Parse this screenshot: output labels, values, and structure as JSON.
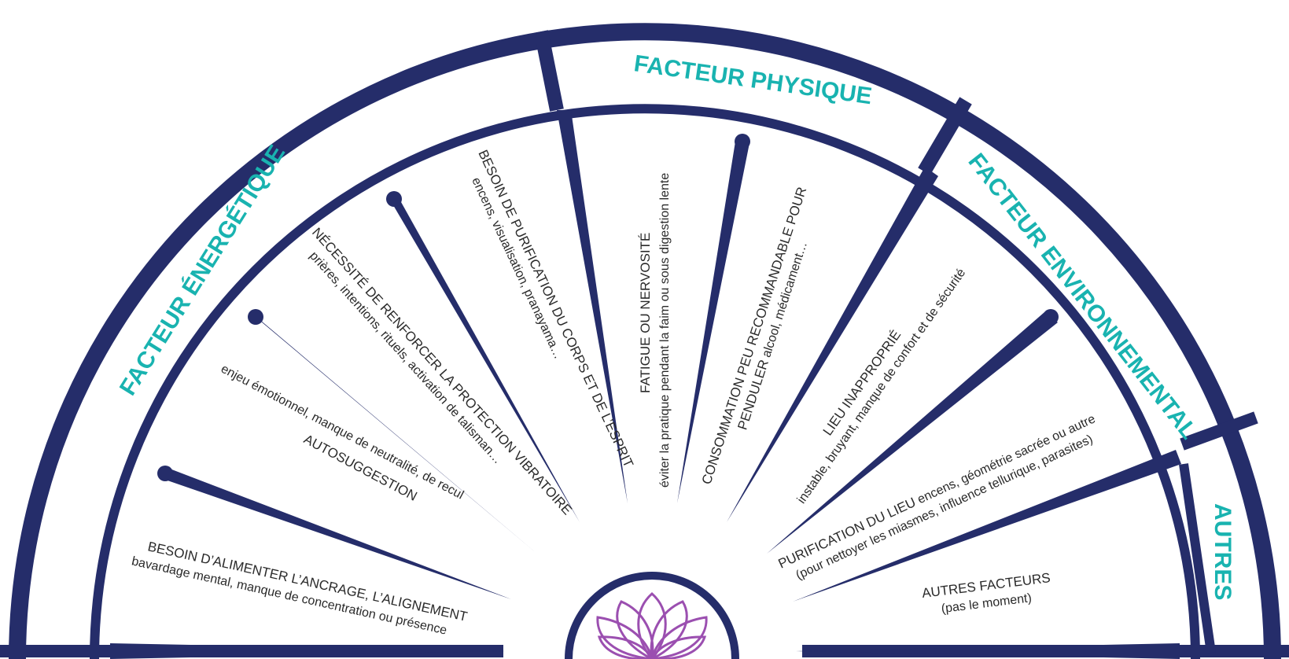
{
  "colors": {
    "navy": "#252d6a",
    "teal": "#19b3b0",
    "lotus": "#9b4fb0",
    "text": "#2a2a2a"
  },
  "categories": {
    "energetique": "FACTEUR ÉNERGÉTIQUE",
    "physique": "FACTEUR  PHYSIQUE",
    "environnemental": "FACTEUR  ENVIRONNEMENTAL",
    "autres": "AUTRES"
  },
  "items": {
    "ancrage": {
      "title": "BESOIN D’ALIMENTER L’ANCRAGE, L’ALIGNEMENT",
      "detail": "bavardage mental, manque de concentration ou présence"
    },
    "autosuggestion": {
      "title": "AUTOSUGGESTION",
      "detail": "enjeu émotionnel, manque de neutralité, de recul"
    },
    "protection": {
      "title": "NÉCESSITÉ DE RENFORCER LA PROTECTION VIBRATOIRE",
      "detail": "prières, intentions, rituels, activation de talisman…"
    },
    "purification_corps": {
      "title": "BESOIN DE PURIFICATION DU CORPS ET DE L’ESPRIT",
      "detail": "encens, visualisation, pranayama…"
    },
    "fatigue": {
      "title": "FATIGUE OU NERVOSITÉ",
      "detail": "éviter la pratique pendant la faim ou sous digestion lente"
    },
    "consommation": {
      "title_line1": "CONSOMMATION PEU RECOMMANDABLE POUR",
      "title_line2": "PENDULER",
      "detail": " alcool, médicament…"
    },
    "lieu": {
      "title": "LIEU INAPPROPRIÉ",
      "detail": "instable, bruyant, manque de confort et de sécurité"
    },
    "purification_lieu": {
      "title": "PURIFICATION DU LIEU",
      "detail_inline": " encens, géométrie sacrée ou autre",
      "detail_line2": "(pour nettoyer les miasmes, influence tellurique, parasites)"
    },
    "autres": {
      "title": "AUTRES FACTEURS",
      "detail": "(pas le moment)"
    }
  }
}
